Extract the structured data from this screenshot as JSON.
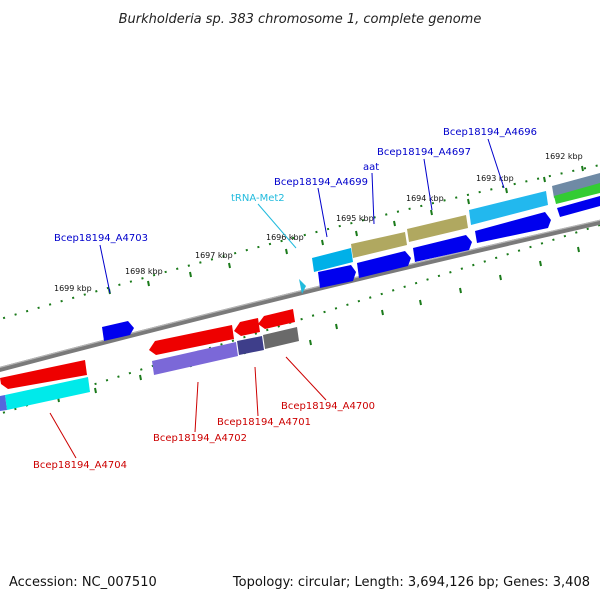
{
  "title": "Burkholderia sp. 383 chromosome 1, complete genome",
  "footer": {
    "accession": "Accession: NC_007510",
    "summary": "Topology: circular; Length: 3,694,126 bp; Genes: 3,408"
  },
  "ticks": [
    "1699 kbp",
    "1698 kbp",
    "1697 kbp",
    "1696 kbp",
    "1695 kbp",
    "1694 kbp",
    "1693 kbp",
    "1692 kbp"
  ],
  "labels": {
    "forward": [
      "Bcep18194_A4703",
      "tRNA-Met2",
      "Bcep18194_A4699",
      "aat",
      "Bcep18194_A4697",
      "Bcep18194_A4696"
    ],
    "reverse": [
      "Bcep18194_A4704",
      "Bcep18194_A4702",
      "Bcep18194_A4701",
      "Bcep18194_A4700"
    ]
  },
  "colors": {
    "forward_label": "#0000cc",
    "trna_label": "#22bbdd",
    "reverse_label": "#cc0000",
    "cds_forward": "#0000ee",
    "cds_reverse": "#ee0000",
    "backbone": "#808080",
    "tick": "#1a7a1a"
  }
}
